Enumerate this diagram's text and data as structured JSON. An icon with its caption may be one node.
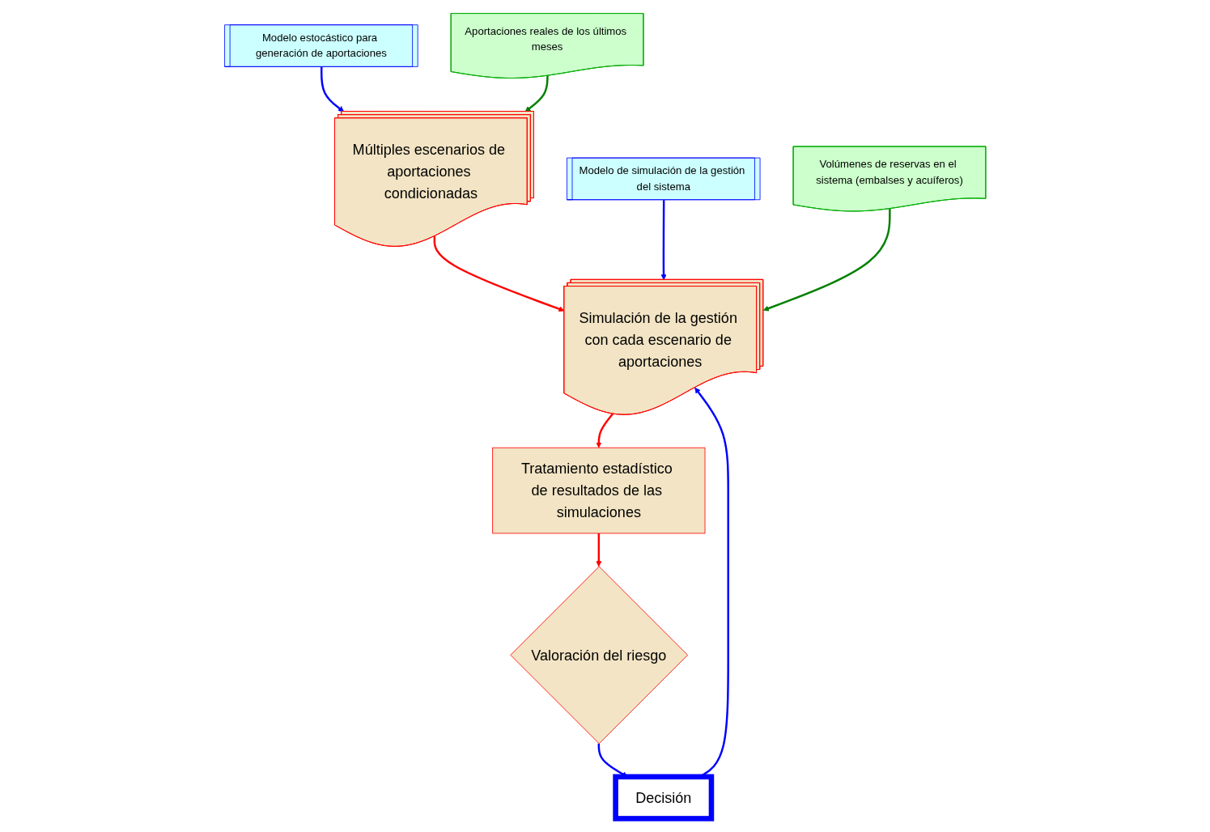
{
  "diagram": {
    "nodes": [
      {
        "text": [
          "Aportaciones reales de los últimos meses"
        ]
      },
      {
        "text": [
          "Modelo estocástico para generación de aportaciones"
        ]
      },
      {
        "text": [
          "Múltiples escenarios de aportaciones condicionadas"
        ]
      },
      {
        "text": [
          "Volúmenes de reservas en el sistema (embalses y acuíferos)"
        ]
      },
      {
        "text": [
          "Modelo de simulación de la gestión del sistema"
        ]
      },
      {
        "text": [
          "Simulación de la gestión con cada escenario de aportaciones"
        ]
      },
      {
        "text": [
          "Tratamiento estadístico de resultados de las simulaciones"
        ]
      },
      {
        "text": [
          "Valoración del riesgo"
        ]
      },
      {
        "text": [
          "Decisión"
        ]
      }
    ],
    "edges": [
      {
        "from": 1,
        "to": 2,
        "arrow": "to",
        "color": "#0000ff"
      },
      {
        "from": 0,
        "to": 2,
        "arrow": "to",
        "color": "#008000"
      },
      {
        "from": 2,
        "to": 5,
        "arrow": "to",
        "color": "#ff0000"
      },
      {
        "from": 4,
        "to": 5,
        "arrow": "to",
        "color": "#0000ff"
      },
      {
        "from": 3,
        "to": 5,
        "arrow": "to",
        "color": "#008000"
      },
      {
        "from": 5,
        "to": 6,
        "arrow": "to",
        "color": "#ff0000"
      },
      {
        "from": 6,
        "to": 7,
        "arrow": "to",
        "color": "#ff0000"
      },
      {
        "from": 7,
        "to": 8,
        "arrow": "to",
        "color": "#0000ff"
      },
      {
        "from": 8,
        "to": 5,
        "arrow": "to",
        "color": "#0000ff"
      }
    ]
  }
}
